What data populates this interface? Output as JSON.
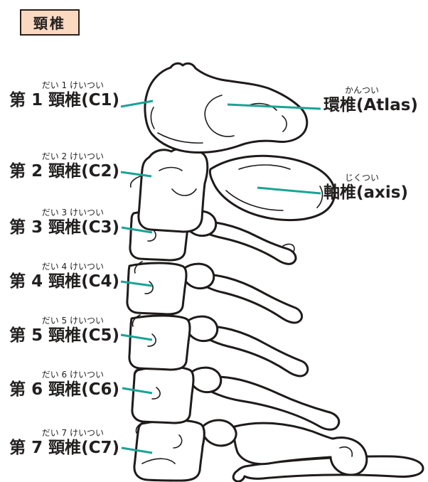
{
  "title": {
    "label": "頸椎"
  },
  "left_labels": [
    {
      "furigana": "だい 1 けいつい",
      "text": "第 1 頸椎(C1)"
    },
    {
      "furigana": "だい 2 けいつい",
      "text": "第 2 頸椎(C2)"
    },
    {
      "furigana": "だい 3 けいつい",
      "text": "第 3 頸椎(C3)"
    },
    {
      "furigana": "だい 4 けいつい",
      "text": "第 4 頸椎(C4)"
    },
    {
      "furigana": "だい 5 けいつい",
      "text": "第 5 頸椎(C5)"
    },
    {
      "furigana": "だい 6 けいつい",
      "text": "第 6 頸椎(C6)"
    },
    {
      "furigana": "だい 7 けいつい",
      "text": "第 7 頸椎(C7)"
    }
  ],
  "right_labels": [
    {
      "furigana": "かんつい",
      "text": "環椎(Atlas)"
    },
    {
      "furigana": "じくつい",
      "text": "軸椎(axis)"
    }
  ],
  "colors": {
    "background": "#ffffff",
    "line_art": "#1e1b1a",
    "leader_line": "#1aa396",
    "title_bg": "#fbd9c1",
    "title_border": "#2a1f1a",
    "text": "#221f1f"
  }
}
